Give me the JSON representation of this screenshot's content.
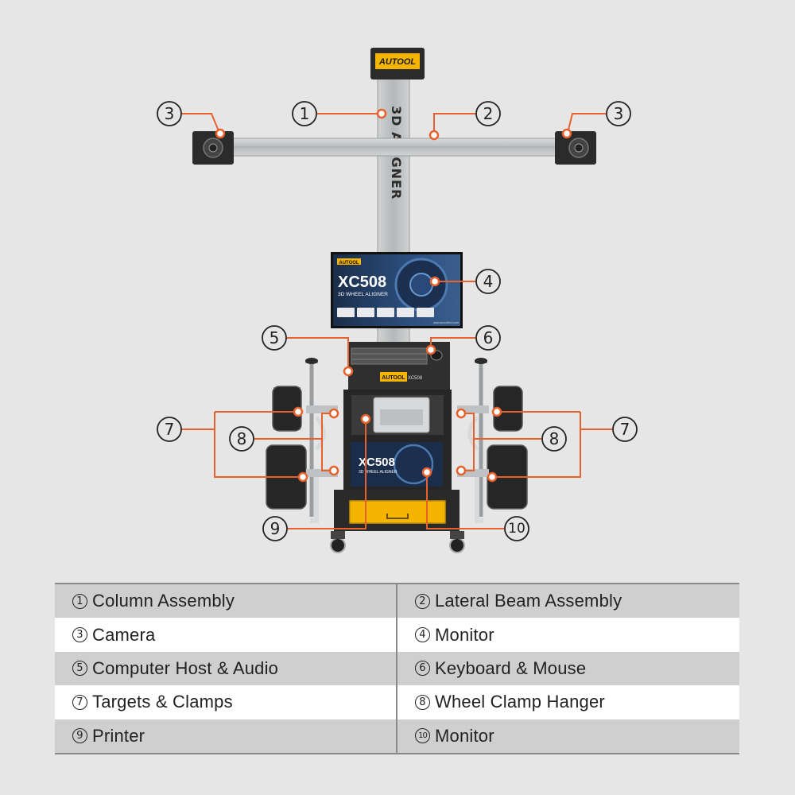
{
  "colors": {
    "accent": "#e8612c",
    "brand_yellow": "#f5b400",
    "machine_dark": "#2b2b2b",
    "beam_silver": "#bfc2c4",
    "legend_shade": "#cfcfcf"
  },
  "column_text": "3D ALIGNER",
  "brand": "AUTOOL",
  "screen": {
    "model": "XC508",
    "subtitle": "3D WHEEL ALIGNER",
    "url": "www.autooltech.com"
  },
  "cabinet_model": "XC508",
  "callouts": {
    "c1": "1",
    "c2": "2",
    "c3a": "3",
    "c3b": "3",
    "c4": "4",
    "c5": "5",
    "c6": "6",
    "c7a": "7",
    "c7b": "7",
    "c8a": "8",
    "c8b": "8",
    "c9": "9",
    "c10": "10"
  },
  "legend": [
    {
      "num": "1",
      "label": "Column Assembly"
    },
    {
      "num": "2",
      "label": "Lateral Beam Assembly"
    },
    {
      "num": "3",
      "label": "Camera"
    },
    {
      "num": "4",
      "label": "Monitor"
    },
    {
      "num": "5",
      "label": "Computer Host & Audio"
    },
    {
      "num": "6",
      "label": "Keyboard & Mouse"
    },
    {
      "num": "7",
      "label": "Targets & Clamps"
    },
    {
      "num": "8",
      "label": "Wheel Clamp Hanger"
    },
    {
      "num": "9",
      "label": "Printer"
    },
    {
      "num": "10",
      "label": "Monitor"
    }
  ]
}
